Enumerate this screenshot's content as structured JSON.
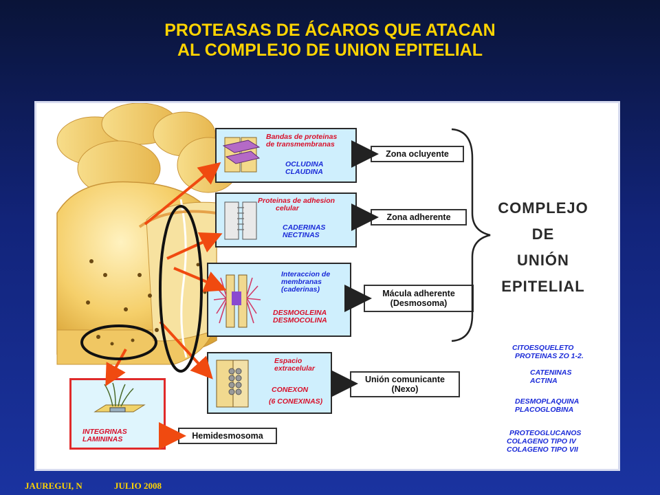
{
  "title": {
    "line1": "PROTEASAS DE ÁCAROS QUE ATACAN",
    "line2": "AL COMPLEJO DE UNION EPITELIAL"
  },
  "boxes": {
    "ocluyente": {
      "heading1": "Bandas de proteinas",
      "heading2": "de transmembranas",
      "item1": "OCLUDINA",
      "item2": "CLAUDINA",
      "label": "Zona ocluyente"
    },
    "adherente": {
      "heading1": "Proteinas de adhesion",
      "heading2": "celular",
      "item1": "CADERINAS",
      "item2": "NECTINAS",
      "label": "Zona adherente"
    },
    "macula": {
      "heading1": "Interaccion de",
      "heading2": "membranas",
      "heading3": "(caderinas)",
      "item1": "DESMOGLEINA",
      "item2": "DESMOCOLINA",
      "label1": "Mácula adherente",
      "label2": "(Desmosoma)"
    },
    "comunicante": {
      "heading1": "Espacio",
      "heading2": "extracelular",
      "item1": "CONEXON",
      "item2": "(6 CONEXINAS)",
      "label1": "Unión comunicante",
      "label2": "(Nexo)"
    },
    "hemidesmosoma": {
      "item1": "INTEGRINAS",
      "item2": "LAMININAS",
      "label": "Hemidesmosoma"
    }
  },
  "complejo": {
    "line1": "COMPLEJO",
    "line2": "DE",
    "line3": "UNIÓN",
    "line4": "EPITELIAL"
  },
  "notes": {
    "citoesqueleto1": "CITOESQUELETO",
    "citoesqueleto2": "PROTEINAS ZO 1-2.",
    "cateninas": "CATENINAS",
    "actina": "ACTINA",
    "desmoplaquina": "DESMOPLAQUINA",
    "placoglobina": "PLACOGLOBINA",
    "proteoglucanos": "PROTEOGLUCANOS",
    "colageno4": "COLAGENO TIPO IV",
    "colageno7": "COLAGENO TIPO VII"
  },
  "footer": {
    "author": "JAUREGUI, N",
    "date": "JULIO 2008"
  },
  "colors": {
    "title": "#ffd400",
    "box_fill": "#cfeffd",
    "red_text": "#d8102a",
    "blue_text": "#1a2ad8",
    "arrow": "#f04a10"
  }
}
